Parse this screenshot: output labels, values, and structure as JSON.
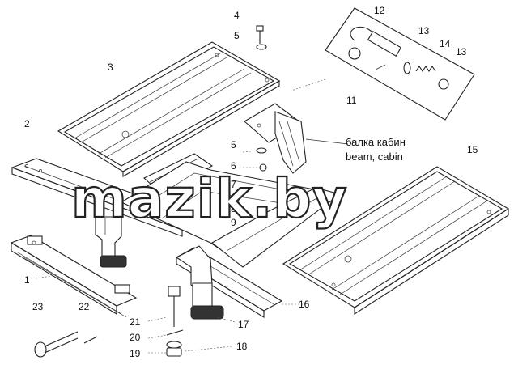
{
  "callouts": {
    "n1": "1",
    "n2": "2",
    "n3": "3",
    "n4": "4",
    "n5a": "5",
    "n5b": "5",
    "n6": "6",
    "n7": "7",
    "n8": "8",
    "n9": "9",
    "n11": "11",
    "n12": "12",
    "n13a": "13",
    "n13b": "13",
    "n14": "14",
    "n15": "15",
    "n16": "16",
    "n17": "17",
    "n18": "18",
    "n19": "19",
    "n20": "20",
    "n21": "21",
    "n22": "22",
    "n23": "23"
  },
  "caption": {
    "ru": "балка кабин",
    "en": "beam, cabin"
  },
  "watermark": "mazik.by",
  "colors": {
    "ink": "#222222",
    "background": "#ffffff"
  }
}
